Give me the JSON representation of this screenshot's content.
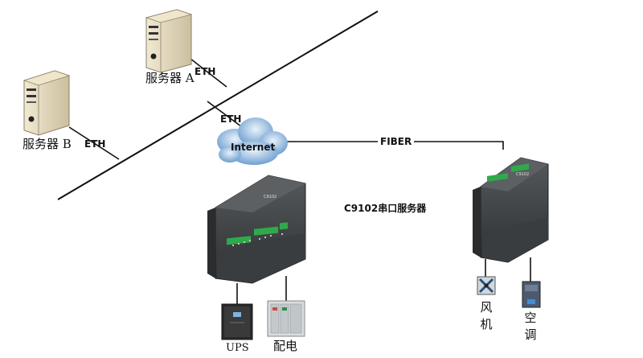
{
  "labels": {
    "server_a": "服务器 A",
    "server_b": "服务器 B",
    "eth_a": "ETH",
    "eth_b": "ETH",
    "eth_cloud": "ETH",
    "internet": "Internet",
    "fiber": "FIBER",
    "device_title": "C9102串口服务器",
    "ups": "UPS",
    "power_dist": "配电",
    "fan": "风机",
    "ac": "空调",
    "device_model_left": "C9102",
    "device_model_right": "C9102"
  },
  "colors": {
    "line": "#111111",
    "device_body": "#3c3f42",
    "device_dark": "#26282a",
    "terminal_green": "#2faa4a",
    "server_beige": "#e7dcc0",
    "cloud_blue": "#8fb6dd"
  }
}
